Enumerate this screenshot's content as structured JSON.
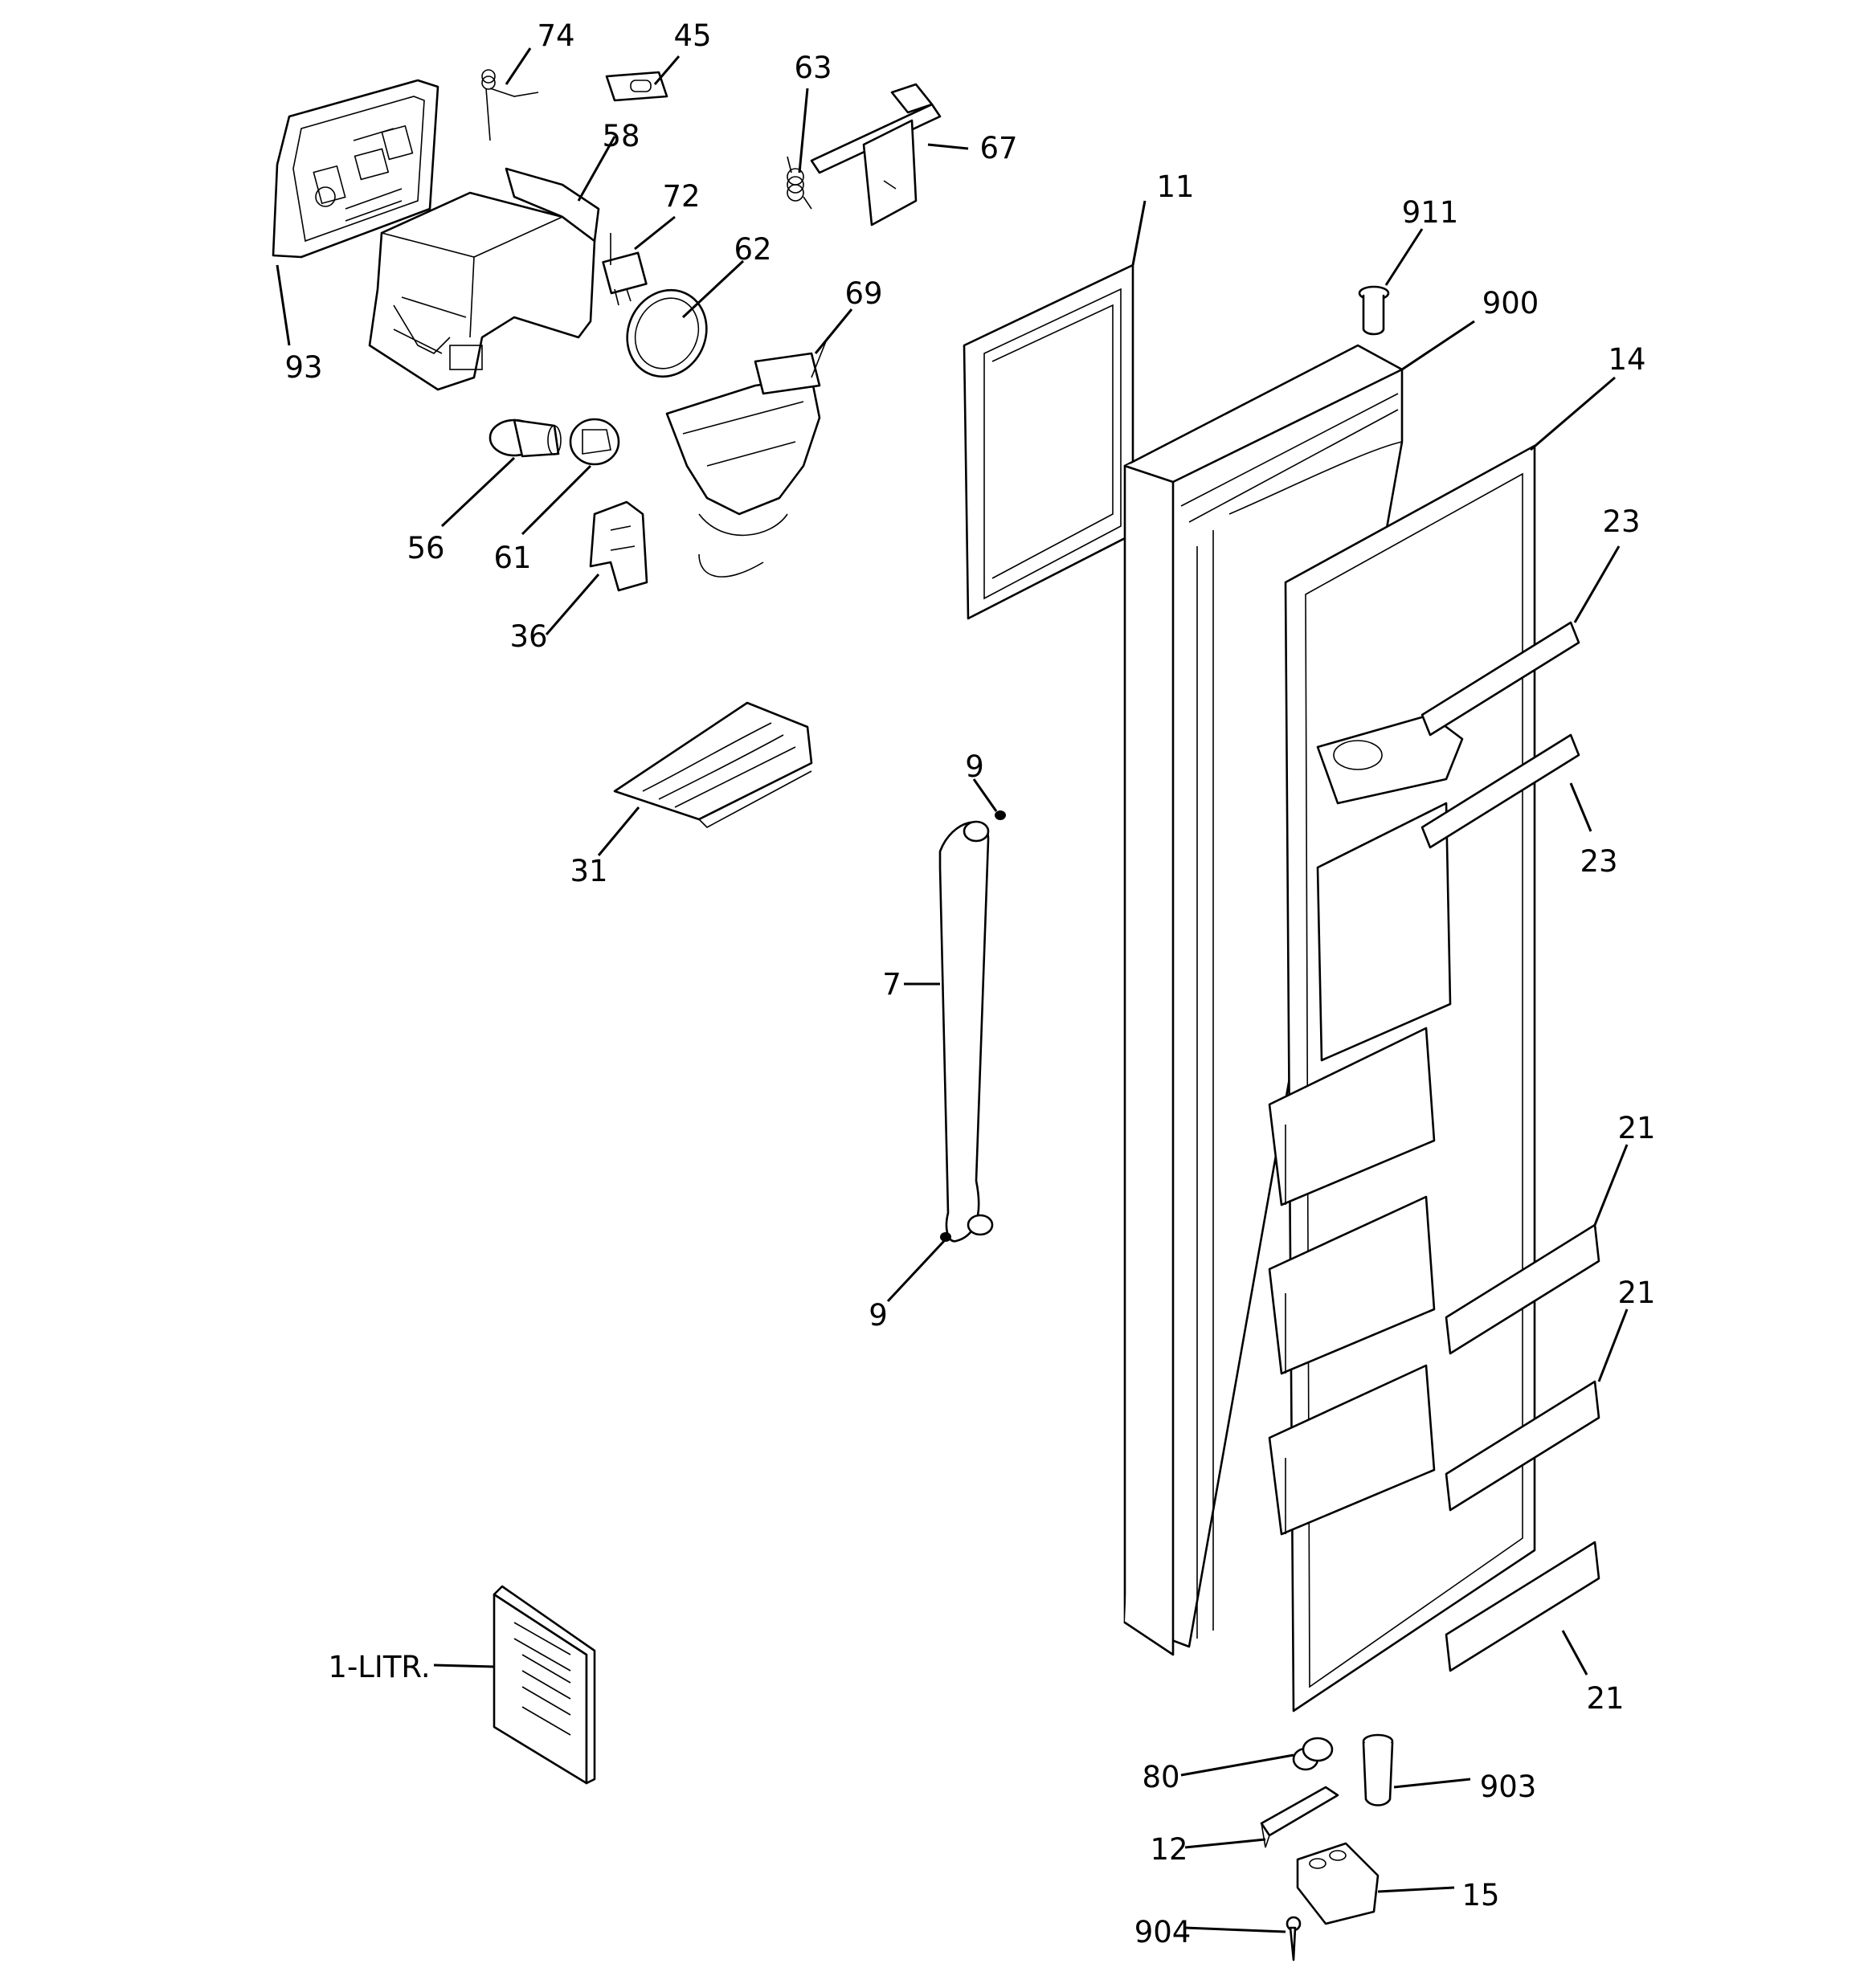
{
  "callouts": {
    "c74": "74",
    "c45": "45",
    "c63": "63",
    "c67": "67",
    "c58": "58",
    "c72": "72",
    "c11": "11",
    "c911": "911",
    "c62": "62",
    "c69": "69",
    "c93": "93",
    "c900": "900",
    "c14": "14",
    "c56": "56",
    "c61": "61",
    "c23a": "23",
    "c36": "36",
    "c23b": "23",
    "c9a": "9",
    "c31": "31",
    "c7": "7",
    "c21a": "21",
    "c9b": "9",
    "c21b": "21",
    "c1litr": "1-LITR.",
    "c21c": "21",
    "c80": "80",
    "c903": "903",
    "c12": "12",
    "c15": "15",
    "c904": "904"
  }
}
